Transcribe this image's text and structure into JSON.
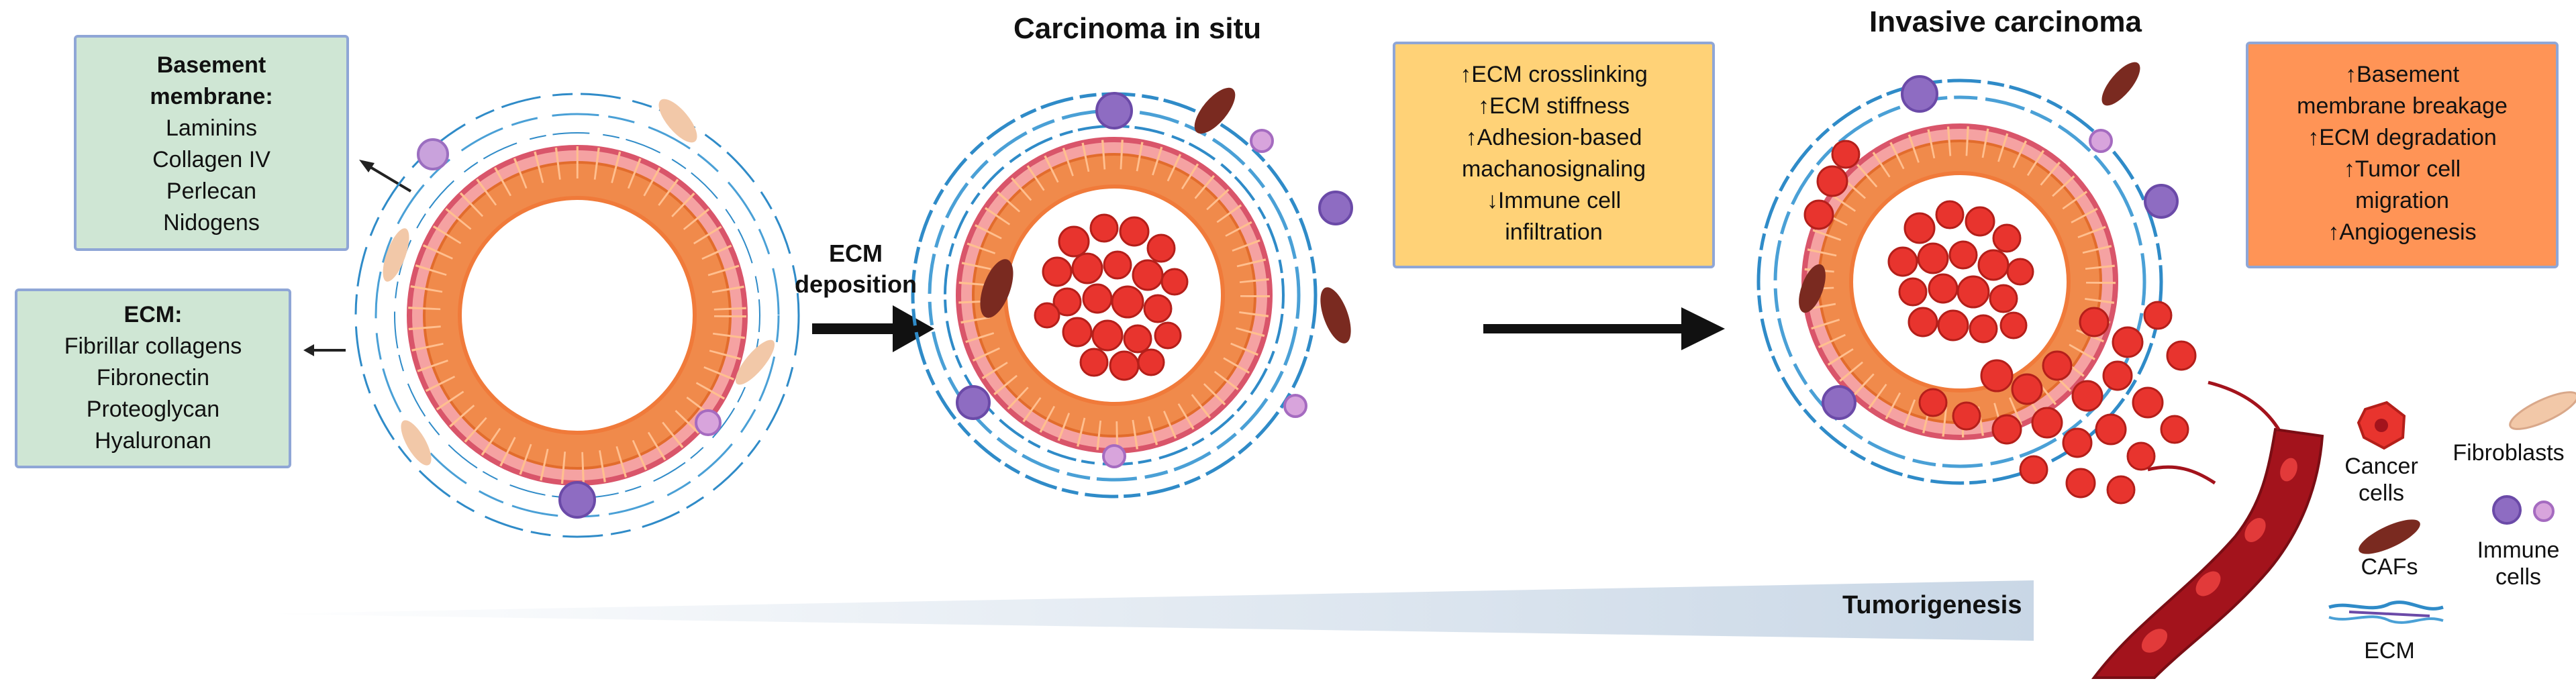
{
  "stages": {
    "in_situ_title": "Carcinoma in situ",
    "invasive_title": "Invasive  carcinoma"
  },
  "boxes": {
    "basement": {
      "heading": [
        "Basement",
        "membrane:"
      ],
      "items": [
        "Laminins",
        "Collagen IV",
        "Perlecan",
        "Nidogens"
      ]
    },
    "ecm": {
      "heading": [
        "ECM:"
      ],
      "items": [
        "Fibrillar collagens",
        "Fibronectin",
        "Proteoglycan",
        "Hyaluronan"
      ]
    },
    "middle": {
      "items": [
        "↑ECM crosslinking",
        "↑ECM stiffness",
        "↑Adhesion-based",
        "machanosignaling",
        "↓Immune cell",
        "infiltration"
      ]
    },
    "right": {
      "items": [
        "↑Basement",
        "membrane breakage",
        "↑ECM degradation",
        "↑Tumor cell",
        "migration",
        "↑Angiogenesis"
      ]
    }
  },
  "arrows": {
    "first_label": [
      "ECM",
      "deposition"
    ]
  },
  "gradient_label": "Tumorigenesis",
  "legend": {
    "cancer": [
      "Cancer",
      "cells"
    ],
    "fibroblasts": "Fibroblasts",
    "cafs": "CAFs",
    "immune": [
      "Immune",
      "cells"
    ],
    "ecm": "ECM"
  },
  "colors": {
    "green_box": "#cfe6d4",
    "yellow_box": "#ffd277",
    "orange_box": "#ff9456",
    "box_border": "#8fa6d6",
    "epithelium": "#f08a4b",
    "basement_membrane": "#d9556a",
    "cancer_cell": "#e8342e",
    "ecm_fiber": "#2f8bc8",
    "vessel": "#a3131c"
  }
}
